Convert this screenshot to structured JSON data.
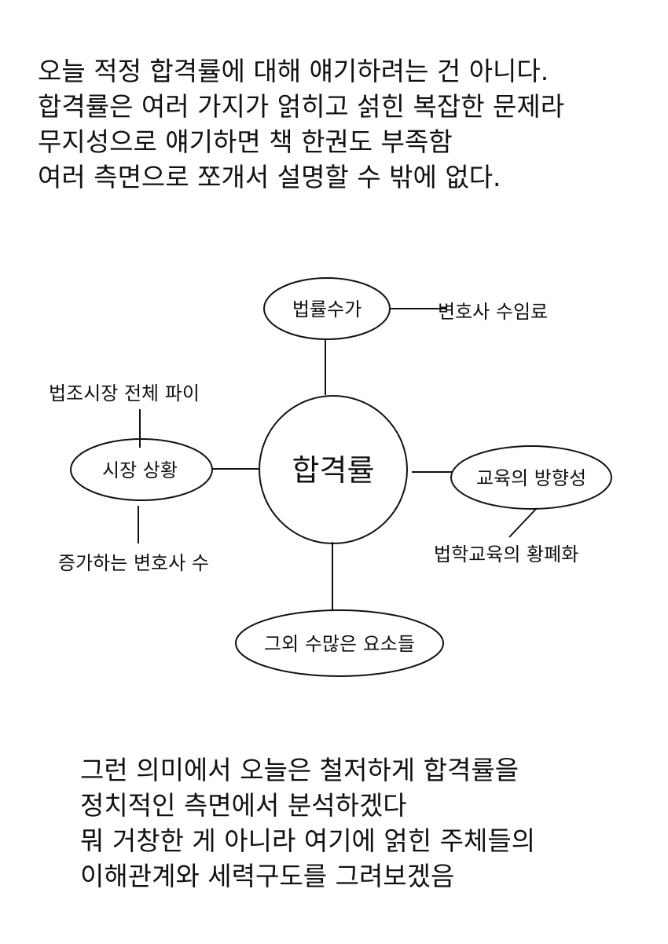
{
  "intro_lines": [
    "오늘 적정 합격률에 대해 얘기하려는 건 아니다.",
    "합격률은 여러 가지가 얽히고 섥힌 복잡한 문제라",
    "무지성으로 얘기하면 책 한권도 부족함",
    "여러 측면으로 쪼개서 설명할 수 밖에 없다."
  ],
  "diagram": {
    "center": "합격률",
    "nodes": {
      "top": "법률수가",
      "left": "시장 상황",
      "right": "교육의 방향성",
      "bottom": "그외 수많은 요소들"
    },
    "leaves": {
      "top_right": "변호사 수임료",
      "left_top": "법조시장 전체 파이",
      "left_bottom": "증가하는 변호사 수",
      "right_bottom": "법학교육의 황폐화"
    }
  },
  "outro_lines": [
    "그런 의미에서 오늘은 철저하게 합격률을",
    "정치적인 측면에서 분석하겠다",
    "뭐 거창한 게 아니라 여기에 얽힌 주체들의",
    "이해관계와 세력구도를 그려보겠음"
  ]
}
